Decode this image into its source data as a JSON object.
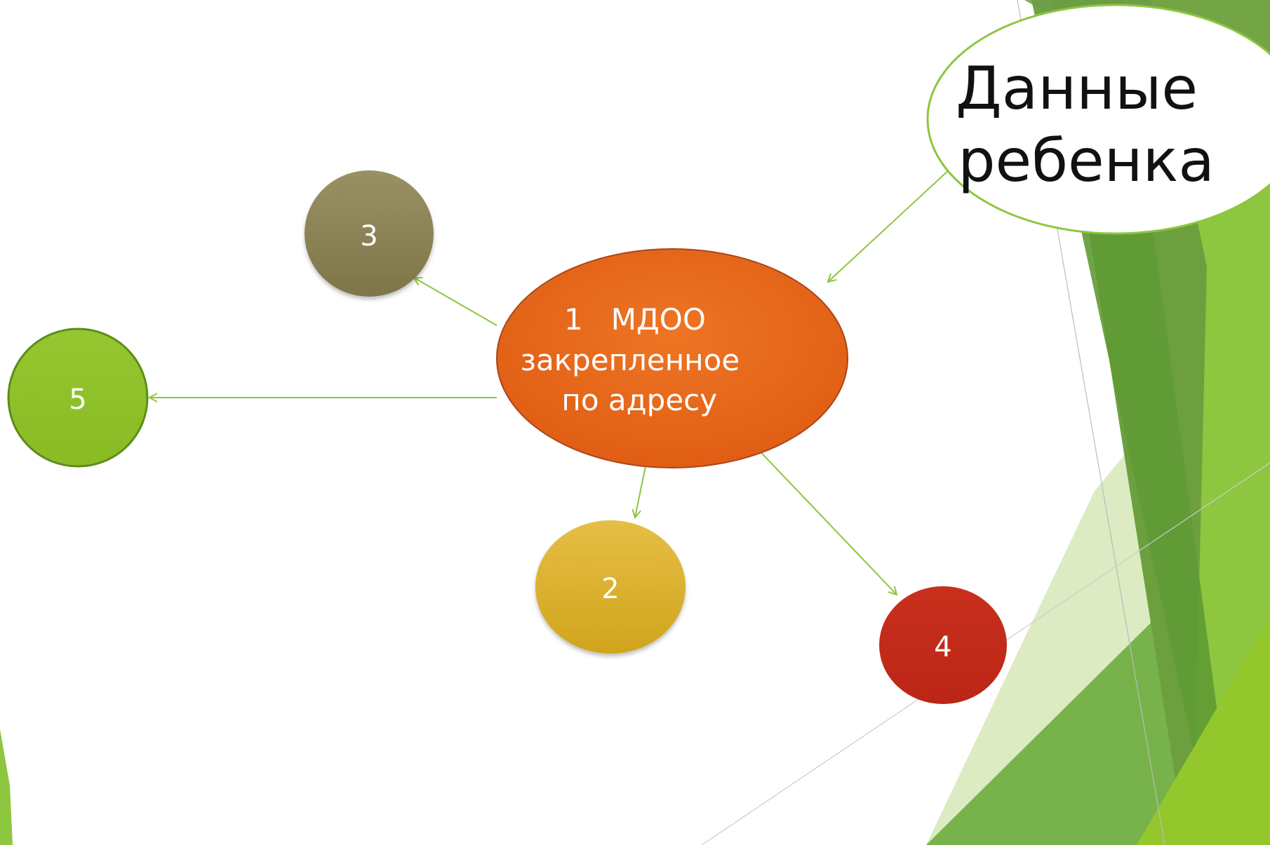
{
  "nodes": {
    "center": {
      "lines": [
        "1   МДОО",
        "закрепленное",
        "по адресу"
      ],
      "color": "#E4641A"
    },
    "child": {
      "lines": [
        "Данные",
        "ребенка"
      ],
      "color": "#FFFFFF",
      "border": "#8DC63F"
    },
    "n2": {
      "label": "2",
      "color": "#D9AE2A"
    },
    "n3": {
      "label": "3",
      "color": "#8A7F55"
    },
    "n4": {
      "label": "4",
      "color": "#C4281A"
    },
    "n5": {
      "label": "5",
      "color": "#8FC12A"
    }
  },
  "colors": {
    "arrow": "#8DC63F",
    "accent_green": "#8DC63F",
    "dark_green": "#5E9A2C",
    "light_green": "#C8E09A"
  }
}
